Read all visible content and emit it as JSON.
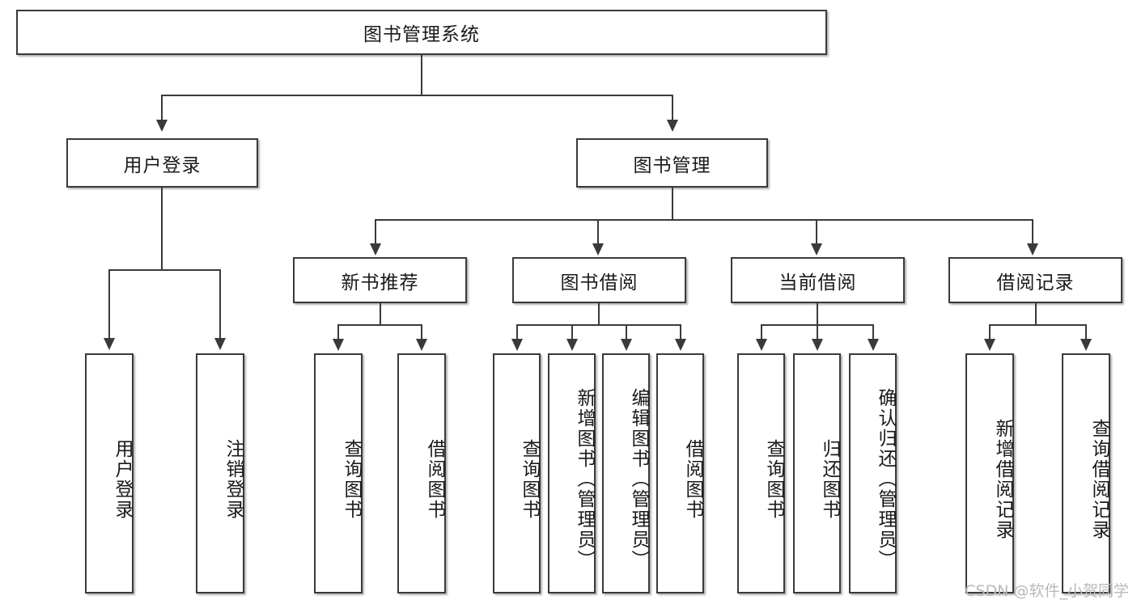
{
  "diagram": {
    "title": "图书管理系统",
    "watermark": "CSDN @软件_小贺同学",
    "type": "tree-hierarchy-chart",
    "colors": {
      "box_border": "#3a3a3a",
      "box_fill": "#ffffff",
      "text": "#1a1a1a",
      "connector": "#3a3a3a",
      "watermark": "#b9b9b9"
    },
    "root": {
      "label": "图书管理系统"
    },
    "level2": [
      {
        "label": "用户登录"
      },
      {
        "label": "图书管理"
      }
    ],
    "level3": [
      {
        "label": "新书推荐"
      },
      {
        "label": "图书借阅"
      },
      {
        "label": "当前借阅"
      },
      {
        "label": "借阅记录"
      }
    ],
    "leaves": {
      "user_login": [
        {
          "label": "用户登录"
        },
        {
          "label": "注销登录"
        }
      ],
      "new_book_recommend": [
        {
          "label": "查询图书"
        },
        {
          "label": "借阅图书"
        }
      ],
      "book_borrow": [
        {
          "label": "查询图书"
        },
        {
          "label": "新增图书（管理员）"
        },
        {
          "label": "编辑图书（管理员）"
        },
        {
          "label": "借阅图书"
        }
      ],
      "current_borrow": [
        {
          "label": "查询图书"
        },
        {
          "label": "归还图书"
        },
        {
          "label": "确认归还（管理员）"
        }
      ],
      "borrow_record": [
        {
          "label": "新增借阅记录"
        },
        {
          "label": "查询借阅记录"
        }
      ]
    }
  }
}
